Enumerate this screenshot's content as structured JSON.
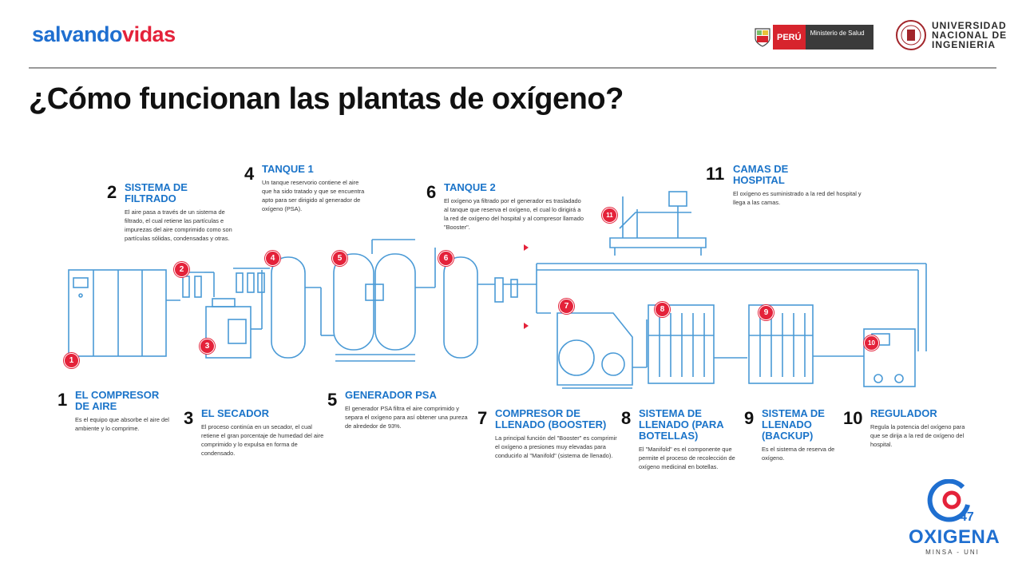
{
  "header": {
    "logo_part1": "salvando",
    "logo_part2": "vidas",
    "gov_country": "PERÚ",
    "gov_ministry": "Ministerio de Salud",
    "university": [
      "UNIVERSIDAD",
      "NACIONAL DE",
      "INGENIERIA"
    ]
  },
  "title": "¿Cómo funcionan las plantas de oxígeno?",
  "steps": [
    {
      "num": "1",
      "heading": "EL COMPRESOR DE AIRE",
      "text": "Es el equipo que absorbe el aire del ambiente y lo comprime."
    },
    {
      "num": "2",
      "heading": "SISTEMA DE FILTRADO",
      "text": "El aire pasa a través de un sistema de filtrado, el cual retiene las partículas e impurezas del aire comprimido como son partículas sólidas, condensadas y otras."
    },
    {
      "num": "3",
      "heading": "EL SECADOR",
      "text": "El proceso continúa en un secador, el cual retiene el gran porcentaje de humedad del aire comprimido y lo expulsa en forma de condensado."
    },
    {
      "num": "4",
      "heading": "TANQUE 1",
      "text": "Un tanque reservorio contiene el aire que ha sido tratado y que se encuentra apto para ser dirigido al generador de oxígeno (PSA)."
    },
    {
      "num": "5",
      "heading": "GENERADOR PSA",
      "text": "El generador PSA filtra el aire comprimido y separa el oxígeno para así obtener una pureza de alrededor de 93%."
    },
    {
      "num": "6",
      "heading": "TANQUE 2",
      "text": "El oxígeno ya filtrado por el generador es trasladado al tanque que reserva el oxígeno, el cual lo dirigirá a la red de oxígeno del hospital y al compresor llamado \"Booster\"."
    },
    {
      "num": "7",
      "heading": "COMPRESOR DE LLENADO (BOOSTER)",
      "text": "La principal función del \"Booster\" es comprimir el oxígeno a presiones muy elevadas para conducirlo al \"Manifold\" (sistema de llenado)."
    },
    {
      "num": "8",
      "heading": "SISTEMA DE LLENADO (PARA BOTELLAS)",
      "text": "El \"Manifold\" es el componente que permite el proceso de recolección de oxígeno medicinal en botellas."
    },
    {
      "num": "9",
      "heading": "SISTEMA DE LLENADO (BACKUP)",
      "text": "Es el sistema de reserva de oxígeno."
    },
    {
      "num": "10",
      "heading": "REGULADOR",
      "text": "Regula la potencia del oxígeno para que se dirija a la red de oxígeno del hospital."
    },
    {
      "num": "11",
      "heading": "CAMAS DE HOSPITAL",
      "text": "El oxígeno es suministrado a la red del hospital y llega a las camas."
    }
  ],
  "badges": [
    "1",
    "2",
    "3",
    "4",
    "5",
    "6",
    "7",
    "8",
    "9",
    "10",
    "11"
  ],
  "footer_logo": {
    "number": "47",
    "word": "OXIGENA",
    "sub": "MINSA - UNI"
  },
  "colors": {
    "line": "#4a9ad6",
    "badge": "#e4223a",
    "heading": "#1b74c9",
    "brand_blue": "#1f6fd0",
    "brand_red": "#e4223a"
  }
}
